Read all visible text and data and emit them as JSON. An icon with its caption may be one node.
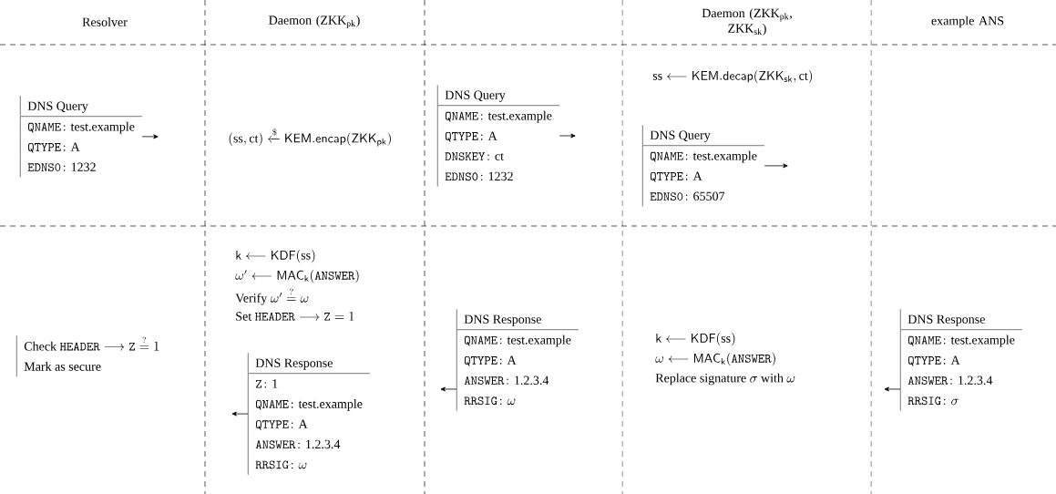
{
  "diagram": {
    "nodes": [
      {
        "text": [
          "DNS Query",
          "\\mathtt{QNAME}\\colon \\text{test.example}",
          "\\mathtt{QTYPE}\\colon \\text{A}",
          "\\mathtt{EDNS0}\\colon \\text{1232}"
        ]
      },
      {
        "text": [
          "DNS Query",
          "\\mathtt{QNAME}\\colon \\text{test.example}",
          "\\mathtt{QTYPE}\\colon \\text{A}",
          "\\mathtt{DNSKEY}\\colon \\text{ct}",
          "\\mathtt{EDNS0}\\colon \\text{1232}"
        ]
      },
      {
        "text": [
          "DNS Query",
          "\\mathtt{QNAME}\\colon \\text{test.example}",
          "\\mathtt{QTYPE}\\colon \\text{A}",
          "\\mathtt{EDNS0}\\colon \\text{65507}"
        ]
      },
      {
        "text": [
          "\\text{Check } \\mathtt{HEADER} \\longrightarrow \\mathtt{Z} \\stackrel{?}{=} 1",
          "Mark as secure"
        ]
      },
      {
        "text": [
          "DNS Response",
          "\\mathtt{Z}\\colon \\text{1}",
          "\\mathtt{QNAME}\\colon \\text{test.example}",
          "\\mathtt{QTYPE}\\colon \\text{A}",
          "\\mathtt{ANSWER}\\colon \\text{1.2.3.4}",
          "\\mathtt{RRSIG}\\colon \\omega"
        ]
      },
      {
        "text": [
          "DNS Response",
          "\\mathtt{QNAME}\\colon \\text{test.example}",
          "\\mathtt{QTYPE}\\colon \\text{A}",
          "\\mathtt{ANSWER}\\colon \\text{1.2.3.4}",
          "\\mathtt{RRSIG}\\colon \\omega"
        ]
      },
      {
        "text": [
          "DNS Response",
          "\\mathtt{QNAME}\\colon \\text{test.example}",
          "\\mathtt{QTYPE}\\colon \\text{A}",
          "\\mathtt{ANSWER}\\colon \\text{1.2.3.4}",
          "\\mathtt{RRSIG}\\colon \\sigma"
        ]
      }
    ],
    "edges": [
      {
        "from": 0,
        "to": null,
        "arrow": "to"
      },
      {
        "from": 1,
        "to": null,
        "arrow": "to"
      },
      {
        "from": 2,
        "to": null,
        "arrow": "to"
      },
      {
        "from": 6,
        "to": null,
        "arrow": "to"
      },
      {
        "from": 5,
        "to": null,
        "arrow": "to"
      },
      {
        "from": 4,
        "to": null,
        "arrow": "to"
      }
    ],
    "labels": [
      "Resolver",
      "Daemon (ZKK$_{pk}$)",
      "Daemon (ZKK$_{pk}$, ZKK$_{sk}$)",
      "example ANS",
      "(\\mathrm{ss},\\mathrm{ct}) \\xleftarrow{\\$} \\mathsf{KEM.encap}(\\mathsf{ZKK_{pk}})",
      "\\mathrm{ss} \\longleftarrow \\mathsf{KEM.decap}(\\mathsf{ZKK_{sk}},\\mathrm{ct})",
      "\\mathsf{k} \\longleftarrow \\mathsf{KDF}(\\mathrm{ss})",
      "\\omega' \\longleftarrow \\mathsf{MAC_k}(\\mathtt{ANSWER})",
      "\\text{Verify } \\omega' \\stackrel{?}{=} \\omega",
      "\\text{Set } \\mathtt{HEADER} \\longrightarrow \\mathtt{Z} = 1",
      "\\mathsf{k} \\longleftarrow \\mathsf{KDF}(\\mathrm{ss})",
      "\\omega \\longleftarrow \\mathsf{MAC_k}(\\mathtt{ANSWER})",
      "\\text{Replace signature } \\sigma \\text{ with } \\omega"
    ]
  }
}
